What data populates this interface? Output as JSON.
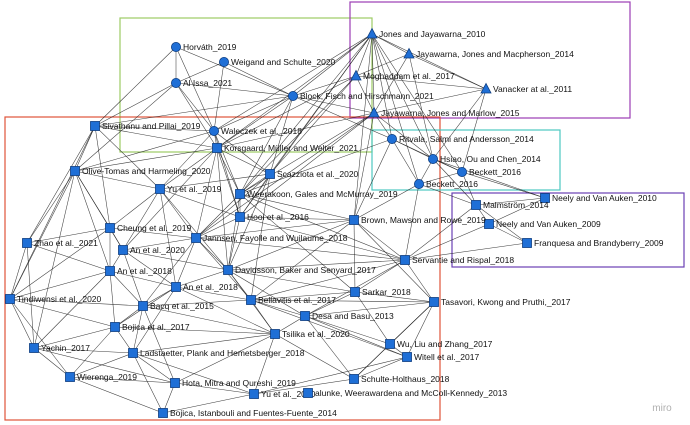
{
  "colors": {
    "node_fill": "#1f6fd6",
    "node_stroke": "#0d3d80",
    "edge": "#1a1a1a",
    "cluster_green": "#9ccc65",
    "cluster_purple": "#9b3db3",
    "cluster_red": "#e0533a",
    "cluster_cyan": "#4dc8c0",
    "cluster_violet": "#6a3fb5"
  },
  "watermark": "miro",
  "nodes": [
    {
      "id": "n1",
      "label": "Horváth_2019",
      "shape": "circle"
    },
    {
      "id": "n2",
      "label": "Weigand and Schulte_2020",
      "shape": "circle"
    },
    {
      "id": "n3",
      "label": "Al Issa_2021",
      "shape": "circle"
    },
    {
      "id": "n4",
      "label": "Block, Fisch and Hirschmann_2021",
      "shape": "circle"
    },
    {
      "id": "n5",
      "label": "Jones and Jayawarna_2010",
      "shape": "triangle"
    },
    {
      "id": "n6",
      "label": "Jayawarna, Jones and Macpherson_2014",
      "shape": "triangle"
    },
    {
      "id": "n7",
      "label": "Moghaddam et al._2017",
      "shape": "triangle"
    },
    {
      "id": "n8",
      "label": "Vanacker at al._2011",
      "shape": "triangle"
    },
    {
      "id": "n9",
      "label": "Jayawarna, Jones and  Marlow_2015",
      "shape": "triangle"
    },
    {
      "id": "n10",
      "label": "Sivathanu and Pillai_2019",
      "shape": "square"
    },
    {
      "id": "n11",
      "label": "Waleczek et al._2018",
      "shape": "circle"
    },
    {
      "id": "n12",
      "label": "Korsgaard, Müller and Welter_2021",
      "shape": "square"
    },
    {
      "id": "n13",
      "label": "Ritvala, Salmi and Andersson_2014",
      "shape": "circle"
    },
    {
      "id": "n14",
      "label": "Hsiao, Ou and Chen_2014",
      "shape": "circle"
    },
    {
      "id": "n15",
      "label": "Beckett_2016",
      "shape": "circle"
    },
    {
      "id": "n16",
      "label": "Beckett_2016",
      "shape": "circle"
    },
    {
      "id": "n17",
      "label": "Neely and Van Auken_2010",
      "shape": "square"
    },
    {
      "id": "n18",
      "label": "Malmström_2014",
      "shape": "square"
    },
    {
      "id": "n19",
      "label": "Neely and Van Auken_2009",
      "shape": "square"
    },
    {
      "id": "n20",
      "label": "Franquesa and Brandyberry_2009",
      "shape": "square"
    },
    {
      "id": "n21",
      "label": "Olive-Tomas and Harmeling_2020",
      "shape": "square"
    },
    {
      "id": "n22",
      "label": "Yu et al._2019",
      "shape": "square"
    },
    {
      "id": "n23",
      "label": "Scazziota et al._2020",
      "shape": "square"
    },
    {
      "id": "n24",
      "label": "Weerakoon, Gales and McMurray_2019",
      "shape": "square"
    },
    {
      "id": "n25",
      "label": "Hooi et al._2016",
      "shape": "square"
    },
    {
      "id": "n26",
      "label": "Brown, Mawson and Rowe_2019",
      "shape": "square"
    },
    {
      "id": "n27",
      "label": "Cheung et al._2019",
      "shape": "square"
    },
    {
      "id": "n28",
      "label": "An et al._2020",
      "shape": "square"
    },
    {
      "id": "n29",
      "label": "Jannsen, Fayolle and Wuilaume_2018",
      "shape": "square"
    },
    {
      "id": "n30",
      "label": "Zhao et al._2021",
      "shape": "square"
    },
    {
      "id": "n31",
      "label": "An et al._2018",
      "shape": "square"
    },
    {
      "id": "n32",
      "label": "Davidsson, Baker and Senyard_2017",
      "shape": "square"
    },
    {
      "id": "n33",
      "label": "Servantie and Rispal_2018",
      "shape": "square"
    },
    {
      "id": "n34",
      "label": "An et al._2018",
      "shape": "square"
    },
    {
      "id": "n35",
      "label": "Sarkar_2018",
      "shape": "square"
    },
    {
      "id": "n36",
      "label": "Tindiwensi et al._2020",
      "shape": "square"
    },
    {
      "id": "n37",
      "label": "Bacq et al._2015",
      "shape": "square"
    },
    {
      "id": "n38",
      "label": "Bellavitis et al._2017",
      "shape": "square"
    },
    {
      "id": "n39",
      "label": "Tasavori, Kwong and Pruthi,_2017",
      "shape": "square"
    },
    {
      "id": "n40",
      "label": "Desa and Basu_2013",
      "shape": "square"
    },
    {
      "id": "n41",
      "label": "Bojica et al._2017",
      "shape": "square"
    },
    {
      "id": "n42",
      "label": "Tsilika et al._2020",
      "shape": "square"
    },
    {
      "id": "n43",
      "label": "Yachin_2017",
      "shape": "square"
    },
    {
      "id": "n44",
      "label": "Wu, Liu and Zhang_2017",
      "shape": "square"
    },
    {
      "id": "n45",
      "label": "Ladstaetter, Plank and Hemetsberger_2018",
      "shape": "square"
    },
    {
      "id": "n46",
      "label": "Witell et al._2017",
      "shape": "square"
    },
    {
      "id": "n47",
      "label": "Wierenga_2019",
      "shape": "square"
    },
    {
      "id": "n48",
      "label": "Hota, Mitra and Qureshi_2019",
      "shape": "square"
    },
    {
      "id": "n49",
      "label": "Schulte-Holthaus_2018",
      "shape": "square"
    },
    {
      "id": "n50",
      "label": "Yu et al._2020",
      "shape": "square"
    },
    {
      "id": "n51",
      "label": "alunke, Weerawardena and McColl-Kennedy_2013",
      "shape": "square"
    },
    {
      "id": "n52",
      "label": "Bojica, Istanbouli and Fuentes-Fuente_2014",
      "shape": "square"
    }
  ],
  "edges": [
    [
      "n1",
      "n4"
    ],
    [
      "n1",
      "n3"
    ],
    [
      "n1",
      "n11"
    ],
    [
      "n1",
      "n10"
    ],
    [
      "n2",
      "n4"
    ],
    [
      "n2",
      "n3"
    ],
    [
      "n2",
      "n11"
    ],
    [
      "n3",
      "n4"
    ],
    [
      "n3",
      "n10"
    ],
    [
      "n3",
      "n11"
    ],
    [
      "n3",
      "n12"
    ],
    [
      "n3",
      "n21"
    ],
    [
      "n4",
      "n5"
    ],
    [
      "n4",
      "n7"
    ],
    [
      "n4",
      "n9"
    ],
    [
      "n4",
      "n11"
    ],
    [
      "n4",
      "n12"
    ],
    [
      "n4",
      "n13"
    ],
    [
      "n4",
      "n10"
    ],
    [
      "n4",
      "n23"
    ],
    [
      "n4",
      "n24"
    ],
    [
      "n5",
      "n6"
    ],
    [
      "n5",
      "n7"
    ],
    [
      "n5",
      "n8"
    ],
    [
      "n5",
      "n9"
    ],
    [
      "n5",
      "n13"
    ],
    [
      "n5",
      "n14"
    ],
    [
      "n5",
      "n15"
    ],
    [
      "n5",
      "n16"
    ],
    [
      "n5",
      "n11"
    ],
    [
      "n5",
      "n12"
    ],
    [
      "n5",
      "n23"
    ],
    [
      "n5",
      "n24"
    ],
    [
      "n5",
      "n25"
    ],
    [
      "n5",
      "n26"
    ],
    [
      "n6",
      "n7"
    ],
    [
      "n6",
      "n8"
    ],
    [
      "n6",
      "n9"
    ],
    [
      "n6",
      "n14"
    ],
    [
      "n7",
      "n8"
    ],
    [
      "n7",
      "n9"
    ],
    [
      "n7",
      "n12"
    ],
    [
      "n7",
      "n23"
    ],
    [
      "n7",
      "n24"
    ],
    [
      "n8",
      "n9"
    ],
    [
      "n8",
      "n14"
    ],
    [
      "n8",
      "n15"
    ],
    [
      "n9",
      "n13"
    ],
    [
      "n9",
      "n14"
    ],
    [
      "n9",
      "n12"
    ],
    [
      "n9",
      "n24"
    ],
    [
      "n9",
      "n25"
    ],
    [
      "n9",
      "n26"
    ],
    [
      "n9",
      "n29"
    ],
    [
      "n10",
      "n11"
    ],
    [
      "n10",
      "n12"
    ],
    [
      "n10",
      "n21"
    ],
    [
      "n10",
      "n22"
    ],
    [
      "n10",
      "n27"
    ],
    [
      "n10",
      "n30"
    ],
    [
      "n11",
      "n12"
    ],
    [
      "n11",
      "n21"
    ],
    [
      "n11",
      "n22"
    ],
    [
      "n11",
      "n23"
    ],
    [
      "n11",
      "n25"
    ],
    [
      "n12",
      "n21"
    ],
    [
      "n12",
      "n22"
    ],
    [
      "n12",
      "n23"
    ],
    [
      "n12",
      "n24"
    ],
    [
      "n12",
      "n25"
    ],
    [
      "n12",
      "n29"
    ],
    [
      "n12",
      "n28"
    ],
    [
      "n13",
      "n14"
    ],
    [
      "n13",
      "n15"
    ],
    [
      "n13",
      "n16"
    ],
    [
      "n13",
      "n26"
    ],
    [
      "n13",
      "n24"
    ],
    [
      "n14",
      "n15"
    ],
    [
      "n14",
      "n16"
    ],
    [
      "n14",
      "n17"
    ],
    [
      "n14",
      "n18"
    ],
    [
      "n15",
      "n16"
    ],
    [
      "n15",
      "n17"
    ],
    [
      "n15",
      "n18"
    ],
    [
      "n16",
      "n18"
    ],
    [
      "n16",
      "n26"
    ],
    [
      "n16",
      "n33"
    ],
    [
      "n17",
      "n18"
    ],
    [
      "n17",
      "n19"
    ],
    [
      "n18",
      "n19"
    ],
    [
      "n18",
      "n20"
    ],
    [
      "n18",
      "n33"
    ],
    [
      "n19",
      "n20"
    ],
    [
      "n19",
      "n33"
    ],
    [
      "n20",
      "n33"
    ],
    [
      "n21",
      "n22"
    ],
    [
      "n21",
      "n27"
    ],
    [
      "n21",
      "n28"
    ],
    [
      "n21",
      "n30"
    ],
    [
      "n21",
      "n31"
    ],
    [
      "n21",
      "n36"
    ],
    [
      "n22",
      "n23"
    ],
    [
      "n22",
      "n25"
    ],
    [
      "n22",
      "n27"
    ],
    [
      "n22",
      "n28"
    ],
    [
      "n22",
      "n29"
    ],
    [
      "n23",
      "n24"
    ],
    [
      "n23",
      "n25"
    ],
    [
      "n23",
      "n29"
    ],
    [
      "n23",
      "n32"
    ],
    [
      "n24",
      "n25"
    ],
    [
      "n24",
      "n26"
    ],
    [
      "n24",
      "n29"
    ],
    [
      "n24",
      "n32"
    ],
    [
      "n24",
      "n33"
    ],
    [
      "n25",
      "n29"
    ],
    [
      "n25",
      "n32"
    ],
    [
      "n25",
      "n26"
    ],
    [
      "n26",
      "n29"
    ],
    [
      "n26",
      "n32"
    ],
    [
      "n26",
      "n33"
    ],
    [
      "n26",
      "n35"
    ],
    [
      "n26",
      "n38"
    ],
    [
      "n27",
      "n28"
    ],
    [
      "n27",
      "n31"
    ],
    [
      "n27",
      "n29"
    ],
    [
      "n27",
      "n30"
    ],
    [
      "n28",
      "n29"
    ],
    [
      "n28",
      "n31"
    ],
    [
      "n28",
      "n34"
    ],
    [
      "n28",
      "n32"
    ],
    [
      "n29",
      "n32"
    ],
    [
      "n29",
      "n34"
    ],
    [
      "n29",
      "n38"
    ],
    [
      "n29",
      "n33"
    ],
    [
      "n30",
      "n31"
    ],
    [
      "n30",
      "n36"
    ],
    [
      "n31",
      "n34"
    ],
    [
      "n31",
      "n36"
    ],
    [
      "n31",
      "n37"
    ],
    [
      "n31",
      "n41"
    ],
    [
      "n32",
      "n34"
    ],
    [
      "n32",
      "n35"
    ],
    [
      "n32",
      "n38"
    ],
    [
      "n32",
      "n40"
    ],
    [
      "n32",
      "n33"
    ],
    [
      "n33",
      "n35"
    ],
    [
      "n33",
      "n38"
    ],
    [
      "n33",
      "n39"
    ],
    [
      "n33",
      "n40"
    ],
    [
      "n34",
      "n37"
    ],
    [
      "n34",
      "n38"
    ],
    [
      "n34",
      "n41"
    ],
    [
      "n34",
      "n42"
    ],
    [
      "n35",
      "n38"
    ],
    [
      "n35",
      "n39"
    ],
    [
      "n35",
      "n40"
    ],
    [
      "n36",
      "n37"
    ],
    [
      "n36",
      "n41"
    ],
    [
      "n36",
      "n43"
    ],
    [
      "n36",
      "n47"
    ],
    [
      "n37",
      "n41"
    ],
    [
      "n37",
      "n38"
    ],
    [
      "n37",
      "n42"
    ],
    [
      "n37",
      "n45"
    ],
    [
      "n38",
      "n40"
    ],
    [
      "n38",
      "n42"
    ],
    [
      "n38",
      "n39"
    ],
    [
      "n39",
      "n40"
    ],
    [
      "n39",
      "n44"
    ],
    [
      "n39",
      "n46"
    ],
    [
      "n39",
      "n49"
    ],
    [
      "n40",
      "n42"
    ],
    [
      "n40",
      "n44"
    ],
    [
      "n40",
      "n46"
    ],
    [
      "n41",
      "n43"
    ],
    [
      "n41",
      "n45"
    ],
    [
      "n41",
      "n42"
    ],
    [
      "n42",
      "n45"
    ],
    [
      "n42",
      "n48"
    ],
    [
      "n42",
      "n50"
    ],
    [
      "n43",
      "n45"
    ],
    [
      "n43",
      "n47"
    ],
    [
      "n43",
      "n48"
    ],
    [
      "n44",
      "n46"
    ],
    [
      "n44",
      "n49"
    ],
    [
      "n45",
      "n47"
    ],
    [
      "n45",
      "n48"
    ],
    [
      "n45",
      "n50"
    ],
    [
      "n46",
      "n49"
    ],
    [
      "n46",
      "n50"
    ],
    [
      "n47",
      "n48"
    ],
    [
      "n47",
      "n52"
    ],
    [
      "n48",
      "n50"
    ],
    [
      "n48",
      "n52"
    ],
    [
      "n49",
      "n50"
    ],
    [
      "n50",
      "n52"
    ],
    [
      "n30",
      "n43"
    ],
    [
      "n21",
      "n43"
    ],
    [
      "n10",
      "n36"
    ],
    [
      "n22",
      "n34"
    ],
    [
      "n12",
      "n32"
    ],
    [
      "n23",
      "n38"
    ],
    [
      "n24",
      "n35"
    ],
    [
      "n26",
      "n39"
    ],
    [
      "n32",
      "n42"
    ],
    [
      "n29",
      "n37"
    ],
    [
      "n31",
      "n43"
    ],
    [
      "n27",
      "n36"
    ],
    [
      "n38",
      "n46"
    ],
    [
      "n35",
      "n44"
    ],
    [
      "n40",
      "n49"
    ],
    [
      "n42",
      "n49"
    ],
    [
      "n45",
      "n52"
    ],
    [
      "n37",
      "n48"
    ],
    [
      "n41",
      "n47"
    ],
    [
      "n34",
      "n45"
    ],
    [
      "n28",
      "n37"
    ],
    [
      "n25",
      "n33"
    ],
    [
      "n11",
      "n24"
    ],
    [
      "n22",
      "n32"
    ]
  ]
}
